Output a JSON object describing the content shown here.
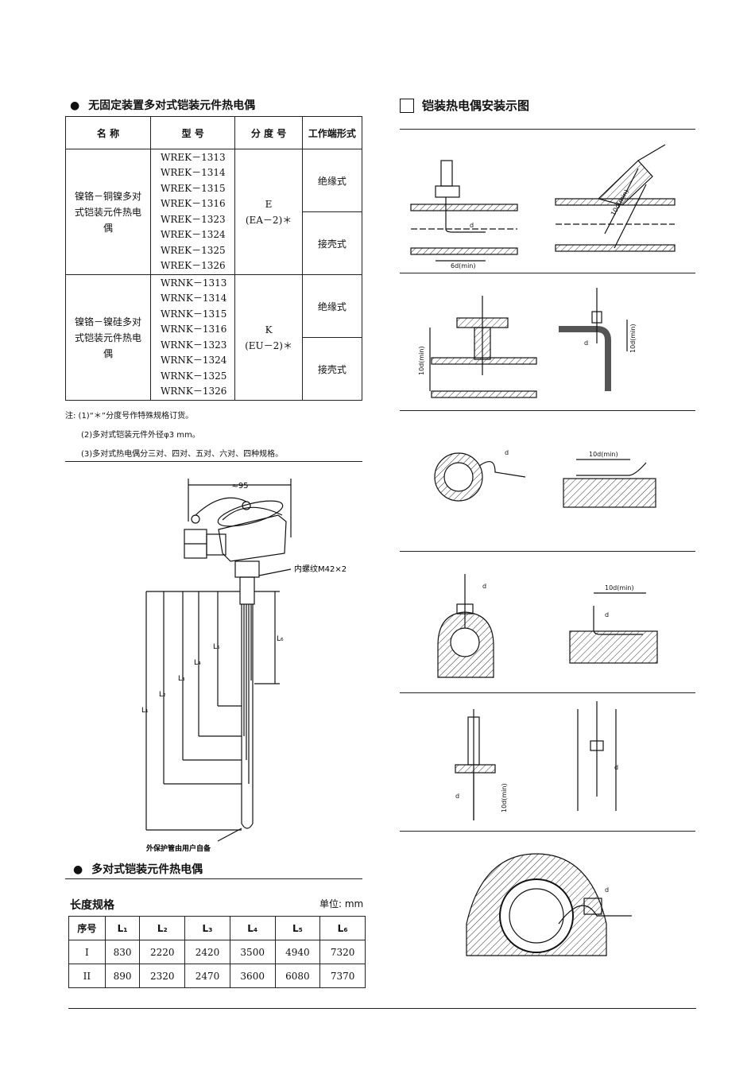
{
  "left": {
    "table1_title": "无固定装置多对式铠装元件热电偶",
    "table1": {
      "headers": [
        "名 称",
        "型 号",
        "分 度 号",
        "工作端形式"
      ],
      "groups": [
        {
          "name": "镍铬－铜镍多对式铠装元件热电偶",
          "models": [
            "WREK－1313",
            "WREK－1314",
            "WREK－1315",
            "WREK－1316",
            "WREK－1323",
            "WREK－1324",
            "WREK－1325",
            "WREK－1326"
          ],
          "grade": "E",
          "grade_code": "(EA－2)＊",
          "forms": [
            "绝缘式",
            "接壳式"
          ]
        },
        {
          "name": "镍铬－镍硅多对式铠装元件热电偶",
          "models": [
            "WRNK－1313",
            "WRNK－1314",
            "WRNK－1315",
            "WRNK－1316",
            "WRNK－1323",
            "WRNK－1324",
            "WRNK－1325",
            "WRNK－1326"
          ],
          "grade": "K",
          "grade_code": "(EU－2)＊",
          "forms": [
            "绝缘式",
            "接壳式"
          ]
        }
      ]
    },
    "notes": [
      "注: (1)“＊”分度号作特殊规格订货。",
      "(2)多对式铠装元件外径φ3 mm。",
      "(3)多对式热电偶分三对、四对、五对、六对、四种规格。"
    ],
    "drawing": {
      "dim_top": "≈95",
      "thread": "内螺纹M42×2",
      "tube_note": "外保护管由用户自备",
      "dims": [
        "L₁",
        "L₂",
        "L₃",
        "L₄",
        "L₅",
        "L₆"
      ]
    },
    "caption": "多对式铠装元件热电偶",
    "length_title": "长度规格",
    "unit": "单位: mm",
    "length_table": {
      "headers": [
        "序号",
        "L₁",
        "L₂",
        "L₃",
        "L₄",
        "L₅",
        "L₆"
      ],
      "rows": [
        [
          "I",
          "830",
          "2220",
          "2420",
          "3500",
          "4940",
          "7320"
        ],
        [
          "II",
          "890",
          "2320",
          "2470",
          "3600",
          "6080",
          "7370"
        ]
      ]
    }
  },
  "right": {
    "title": "铠装热电偶安装示图",
    "labels": {
      "d": "d",
      "six_d": "6d(min)",
      "ten_d": "10d(min)"
    }
  },
  "colors": {
    "ink": "#111111",
    "hatch": "#333333"
  }
}
